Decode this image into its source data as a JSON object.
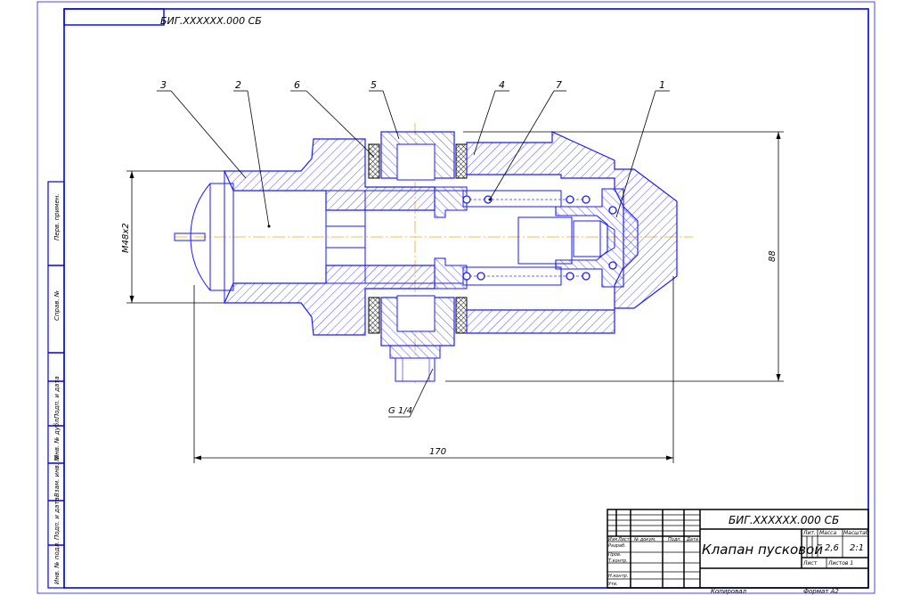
{
  "stamp": {
    "code_mirrored": "БИГ.XXXXXX.000 СБ"
  },
  "leaders": [
    "3",
    "2",
    "6",
    "5",
    "4",
    "7",
    "1"
  ],
  "dimensions": {
    "thread_left": "М48х2",
    "thread_bottom": "G 1/4",
    "length": "170",
    "height": "88"
  },
  "title_block": {
    "doc_code": "БИГ.XXXXXX.000 СБ",
    "name": "Клапан пусковой",
    "col_lit": "Лит.",
    "col_mass": "Масса",
    "col_scale": "Масштаб",
    "mass": "2,6",
    "scale": "2:1",
    "sheet": "Лист",
    "sheets": "Листов 1",
    "rows": [
      "Изм",
      "Лист",
      "№ докум.",
      "Подп.",
      "Дата"
    ],
    "roles": [
      "Разраб.",
      "Пров.",
      "Т.контр.",
      "Н.контр.",
      "Утв."
    ],
    "copied": "Копировал",
    "format": "Формат А2"
  },
  "side_strip": [
    "Перв. примен.",
    "Справ. №",
    "Подп. и дата",
    "Инв. № дубл.",
    "Взам. инв. №",
    "Подп. и дата",
    "Инв. № подл."
  ]
}
